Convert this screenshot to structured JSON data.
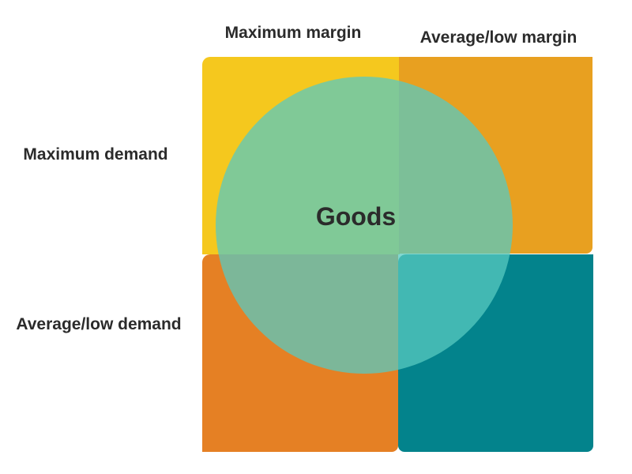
{
  "columns": [
    {
      "label": "Maximum margin"
    },
    {
      "label": "Average/low margin"
    }
  ],
  "rows": [
    {
      "label": "Maximum demand"
    },
    {
      "label": "Average/low demand"
    }
  ],
  "quadrants": {
    "top_left": {
      "color": "#F5C81E"
    },
    "top_right": {
      "color": "#E8A020"
    },
    "bottom_left": {
      "color": "#E58024"
    },
    "bottom_right": {
      "color": "#03838C"
    }
  },
  "center": {
    "label": "Goods",
    "color": "#58CAC0"
  }
}
